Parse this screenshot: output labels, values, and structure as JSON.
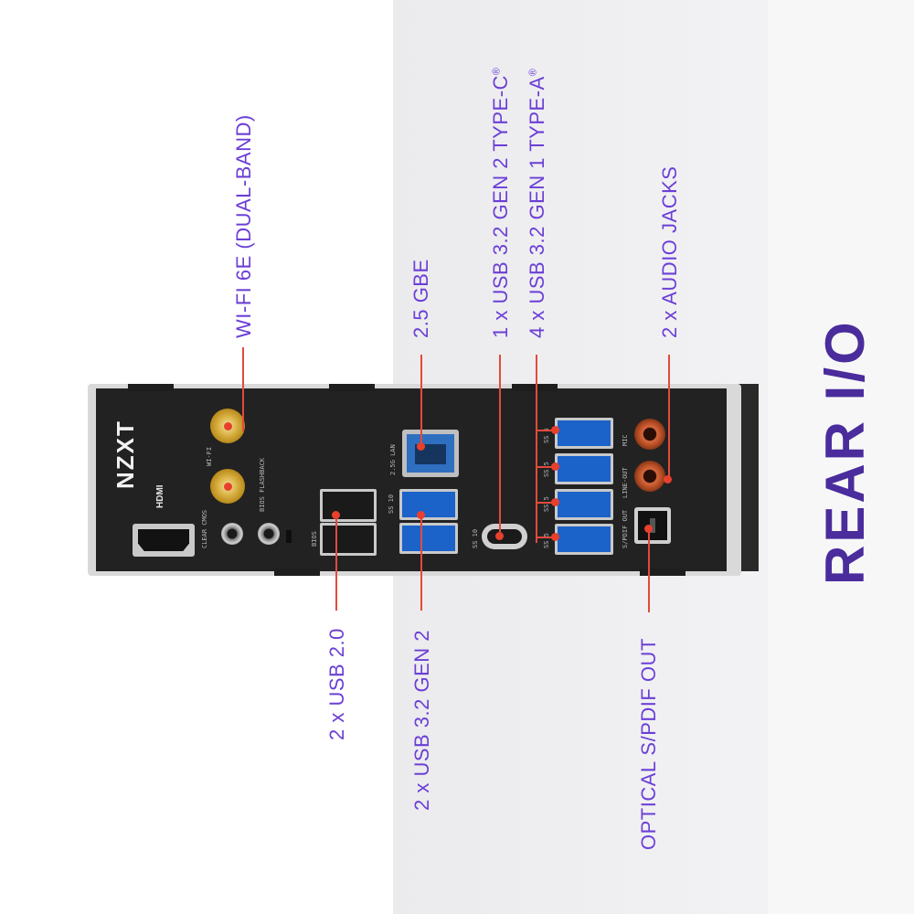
{
  "title": "REAR I/O",
  "labels": {
    "wifi": "WI-FI 6E (DUAL-BAND)",
    "gbe": "2.5 GBE",
    "typec": "1 x USB 3.2 GEN 2 TYPE-C",
    "typea": "4 x USB 3.2 GEN 1 TYPE-A",
    "audio": "2 x AUDIO JACKS",
    "usb20": "2 x USB 2.0",
    "usb32g2": "2 x USB 3.2 GEN 2",
    "optical": "OPTICAL S/PDIF OUT",
    "reg_mark": "®"
  },
  "panel": {
    "brand": "NZXT",
    "hdmi": "HDMI",
    "wifi": "WI-FI",
    "bios_flashback": "BIOS FLASHBACK",
    "clear_cmos": "CLEAR CMOS",
    "bios": "BIOS",
    "lan": "2.5G LAN",
    "mic": "MIC",
    "line_out": "LINE-OUT",
    "spdif": "S/PDIF OUT",
    "ss10": "SS 10",
    "ss5": "SS 5"
  },
  "colors": {
    "accent_text": "#6b3fd6",
    "title": "#4a2c9c",
    "leader": "#e24b3b"
  }
}
